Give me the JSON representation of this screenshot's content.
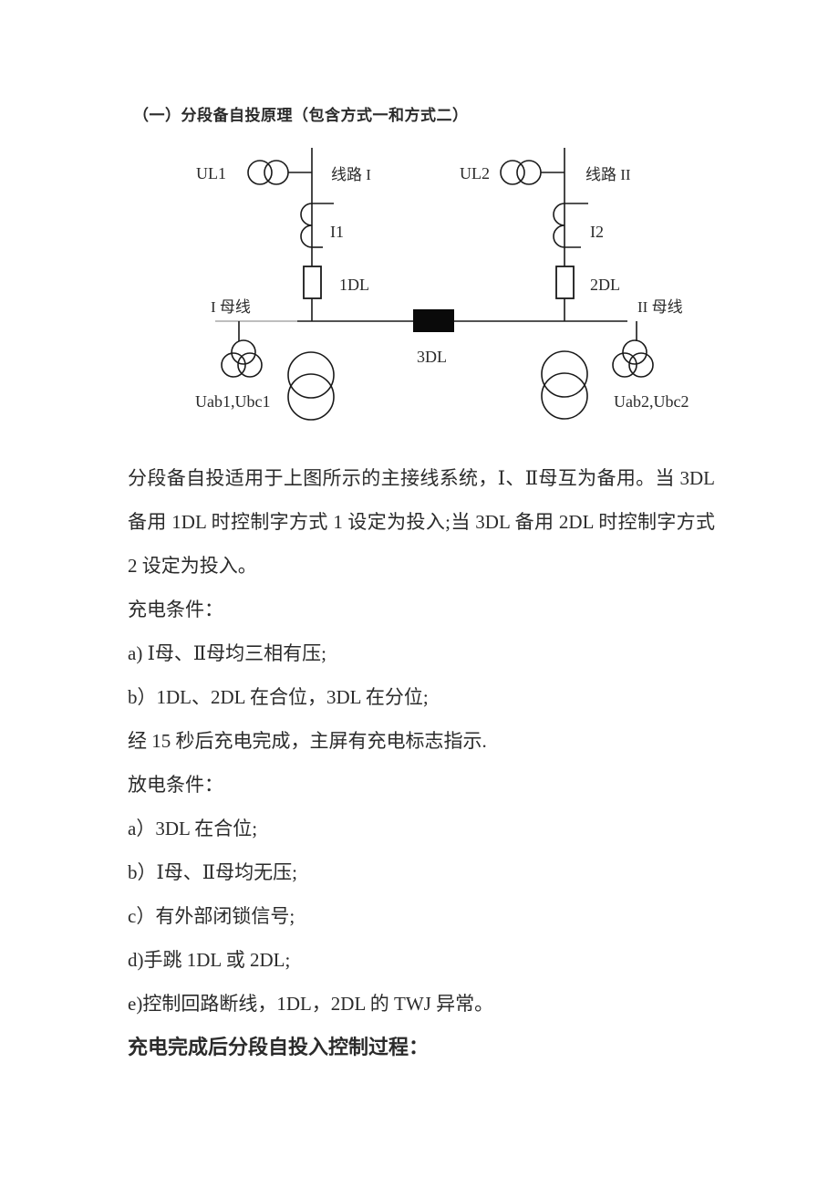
{
  "title": "（一）分段备自投原理（包含方式一和方式二）",
  "diagram": {
    "left": {
      "source_label": "UL1",
      "line_label": "线路 I",
      "ct_label": "I1",
      "breaker_label": "1DL",
      "bus_label": "I 母线",
      "pt_label": "Uab1,Ubc1"
    },
    "right": {
      "source_label": "UL2",
      "line_label": "线路 II",
      "ct_label": "I2",
      "breaker_label": "2DL",
      "bus_label": "II 母线",
      "pt_label": "Uab2,Ubc2"
    },
    "tie_breaker_label": "3DL"
  },
  "body": {
    "para1_line1": "分段备自投适用于上图所示的主接线系统，Ⅰ、Ⅱ母互为备用。当 3DL",
    "para1_line2": "备用 1DL 时控制字方式 1  设定为投入;当 3DL 备用 2DL  时控制字方式",
    "para1_line3": "2  设定为投入。",
    "charge_title": "充电条件：",
    "charge_items": [
      "a) Ⅰ母、Ⅱ母均三相有压;",
      "b）1DL、2DL 在合位，3DL 在分位;"
    ],
    "charge_note": "经 15 秒后充电完成，主屏有充电标志指示.",
    "discharge_title": "放电条件：",
    "discharge_items": [
      "a）3DL 在合位;",
      "b）Ⅰ母、Ⅱ母均无压;",
      "c）有外部闭锁信号;",
      "d)手跳 1DL 或 2DL;",
      "e)控制回路断线，1DL，2DL 的 TWJ 异常。"
    ],
    "footer_heading": "充电完成后分段自投入控制过程："
  }
}
